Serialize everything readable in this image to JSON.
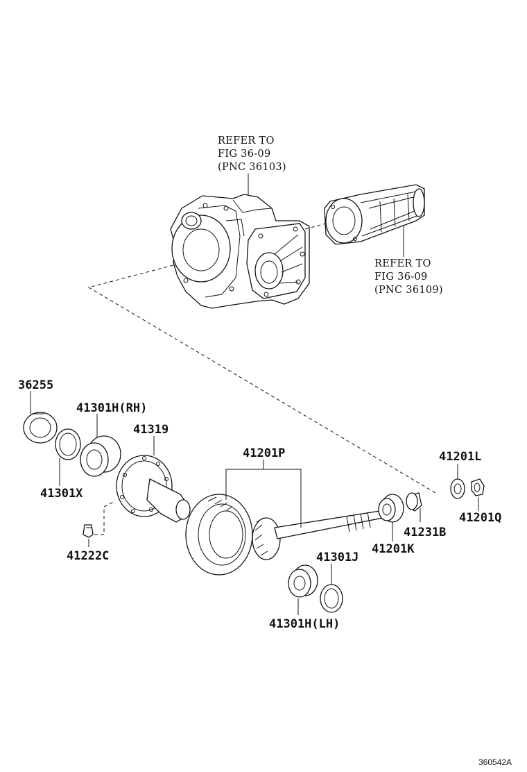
{
  "references": {
    "housing": {
      "line1": "REFER TO",
      "line2": "FIG 36-09",
      "line3": "(PNC 36103)"
    },
    "extension": {
      "line1": "REFER TO",
      "line2": "FIG 36-09",
      "line3": "(PNC 36109)"
    }
  },
  "parts": {
    "p36255": "36255",
    "p41301h_rh": "41301H(RH)",
    "p41319": "41319",
    "p41201p": "41201P",
    "p41201l": "41201L",
    "p41301x": "41301X",
    "p41201q": "41201Q",
    "p41231b": "41231B",
    "p41201k": "41201K",
    "p41222c": "41222C",
    "p41301j": "41301J",
    "p41301h_lh": "41301H(LH)"
  },
  "footer": {
    "figure_code": "360542A"
  }
}
